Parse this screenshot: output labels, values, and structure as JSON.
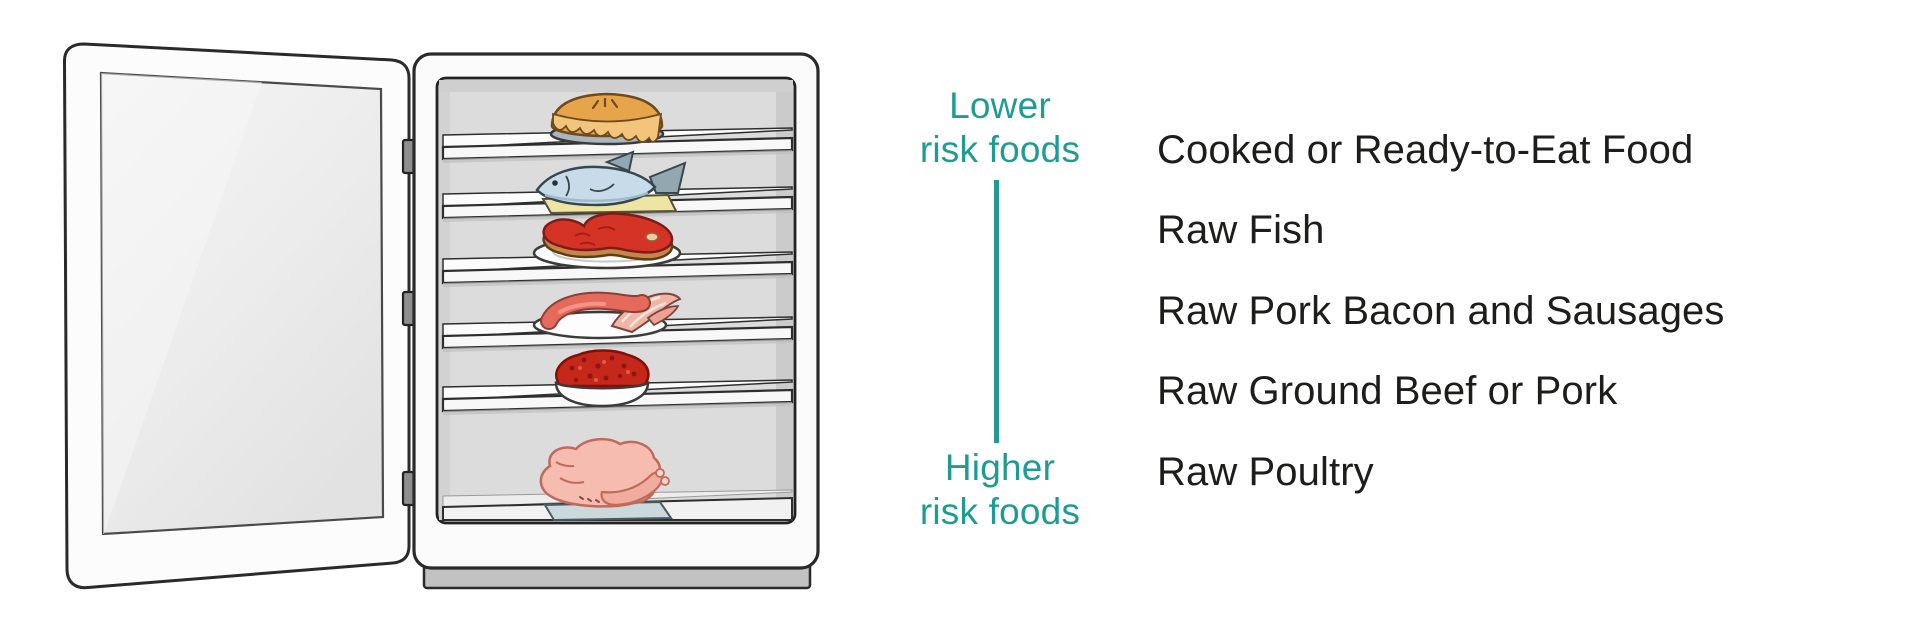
{
  "figure": {
    "accent_color": "#1E9C94",
    "text_color": "#1D1D1B",
    "background_color": "#FFFFFF"
  },
  "risk_scale": {
    "top_label": "Lower\nrisk foods",
    "bottom_label": "Higher\nrisk foods"
  },
  "food_list": {
    "items": [
      "Cooked or Ready-to-Eat Food",
      "Raw Fish",
      "Raw Pork Bacon and Sausages",
      "Raw Ground Beef or Pork",
      "Raw Poultry"
    ]
  },
  "fridge": {
    "shelf_icons": [
      "pie-icon",
      "raw-fish-icon",
      "raw-steak-icon",
      "sausage-and-bacon-icon",
      "ground-meat-icon",
      "raw-poultry-icon"
    ]
  }
}
